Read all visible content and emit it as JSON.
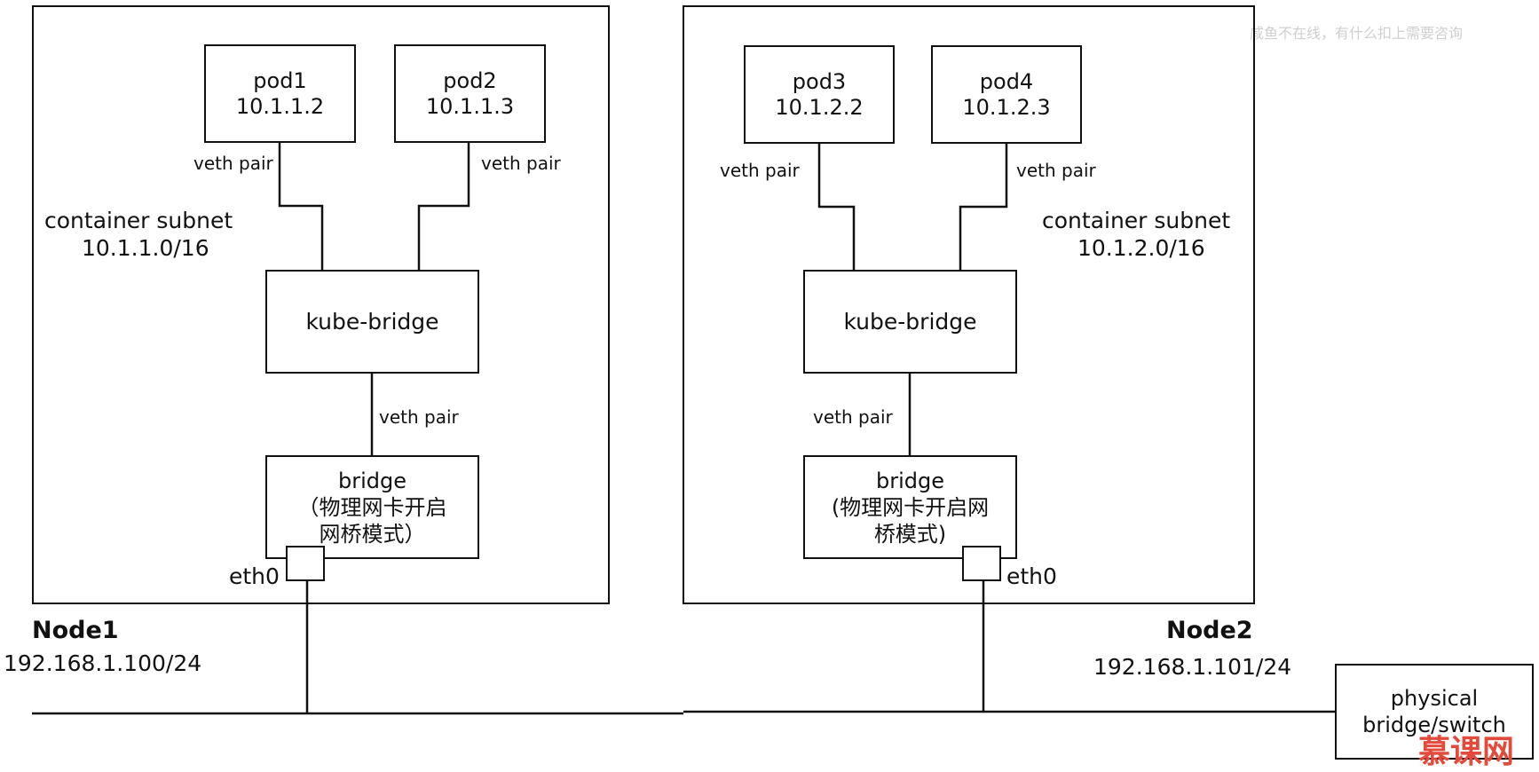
{
  "watermark": "咸鱼不在线，有什么扣上需要咨询",
  "logo": "慕课网",
  "node1": {
    "title": "Node1",
    "ip": "192.168.1.100/24",
    "subnet_label": "container subnet",
    "subnet_cidr": "10.1.1.0/16",
    "pods": [
      {
        "name": "pod1",
        "ip": "10.1.1.2",
        "link_label": "veth pair"
      },
      {
        "name": "pod2",
        "ip": "10.1.1.3",
        "link_label": "veth pair"
      }
    ],
    "kube_bridge": "kube-bridge",
    "bridge_link_label": "veth pair",
    "bridge": {
      "line1": "bridge",
      "line2": "（物理网卡开启",
      "line3": "网桥模式）"
    },
    "eth_label": "eth0"
  },
  "node2": {
    "title": "Node2",
    "ip": "192.168.1.101/24",
    "subnet_label": "container subnet",
    "subnet_cidr": "10.1.2.0/16",
    "pods": [
      {
        "name": "pod3",
        "ip": "10.1.2.2",
        "link_label": "veth pair"
      },
      {
        "name": "pod4",
        "ip": "10.1.2.3",
        "link_label": "veth pair"
      }
    ],
    "kube_bridge": "kube-bridge",
    "bridge_link_label": "veth pair",
    "bridge": {
      "line1": "bridge",
      "line2": "(物理网卡开启网",
      "line3": "桥模式)"
    },
    "eth_label": "eth0"
  },
  "switch": {
    "line1": "physical",
    "line2": "bridge/switch"
  }
}
